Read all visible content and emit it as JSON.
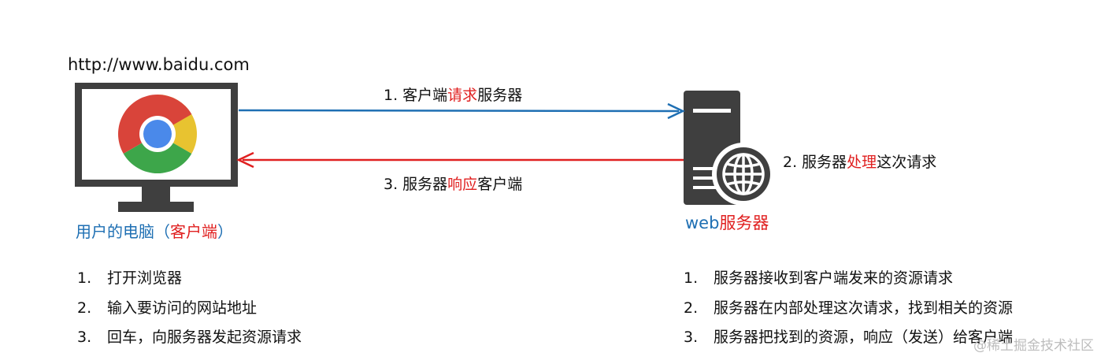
{
  "client": {
    "url": "http://www.baidu.com",
    "caption_prefix": "用户的电脑（",
    "caption_highlight": "客户端",
    "caption_suffix": "）"
  },
  "server": {
    "caption_prefix": "web",
    "caption_highlight": "服务器"
  },
  "arrows": {
    "request": {
      "num": "1. 客户端",
      "highlight": "请求",
      "suffix": "服务器",
      "color": "#1e6fb3"
    },
    "response": {
      "num": "3. 服务器",
      "highlight": "响应",
      "suffix": "客户端",
      "color": "#e02020"
    }
  },
  "process": {
    "prefix": "2. 服务器",
    "highlight": "处理",
    "suffix": "这次请求"
  },
  "client_steps": [
    {
      "num": "1.",
      "text": "打开浏览器"
    },
    {
      "num": "2.",
      "text": "输入要访问的网站地址"
    },
    {
      "num": "3.",
      "text": "回车，向服务器发起资源请求"
    }
  ],
  "server_steps": [
    {
      "num": "1.",
      "text": "服务器接收到客户端发来的资源请求"
    },
    {
      "num": "2.",
      "text": "服务器在内部处理这次请求，找到相关的资源"
    },
    {
      "num": "3.",
      "text": "服务器把找到的资源，响应（发送）给客户端"
    }
  ],
  "watermark": "@稀土掘金技术社区",
  "colors": {
    "accent_red": "#e02020",
    "accent_blue": "#1e6fb3",
    "device_gray": "#3f3f3f"
  }
}
